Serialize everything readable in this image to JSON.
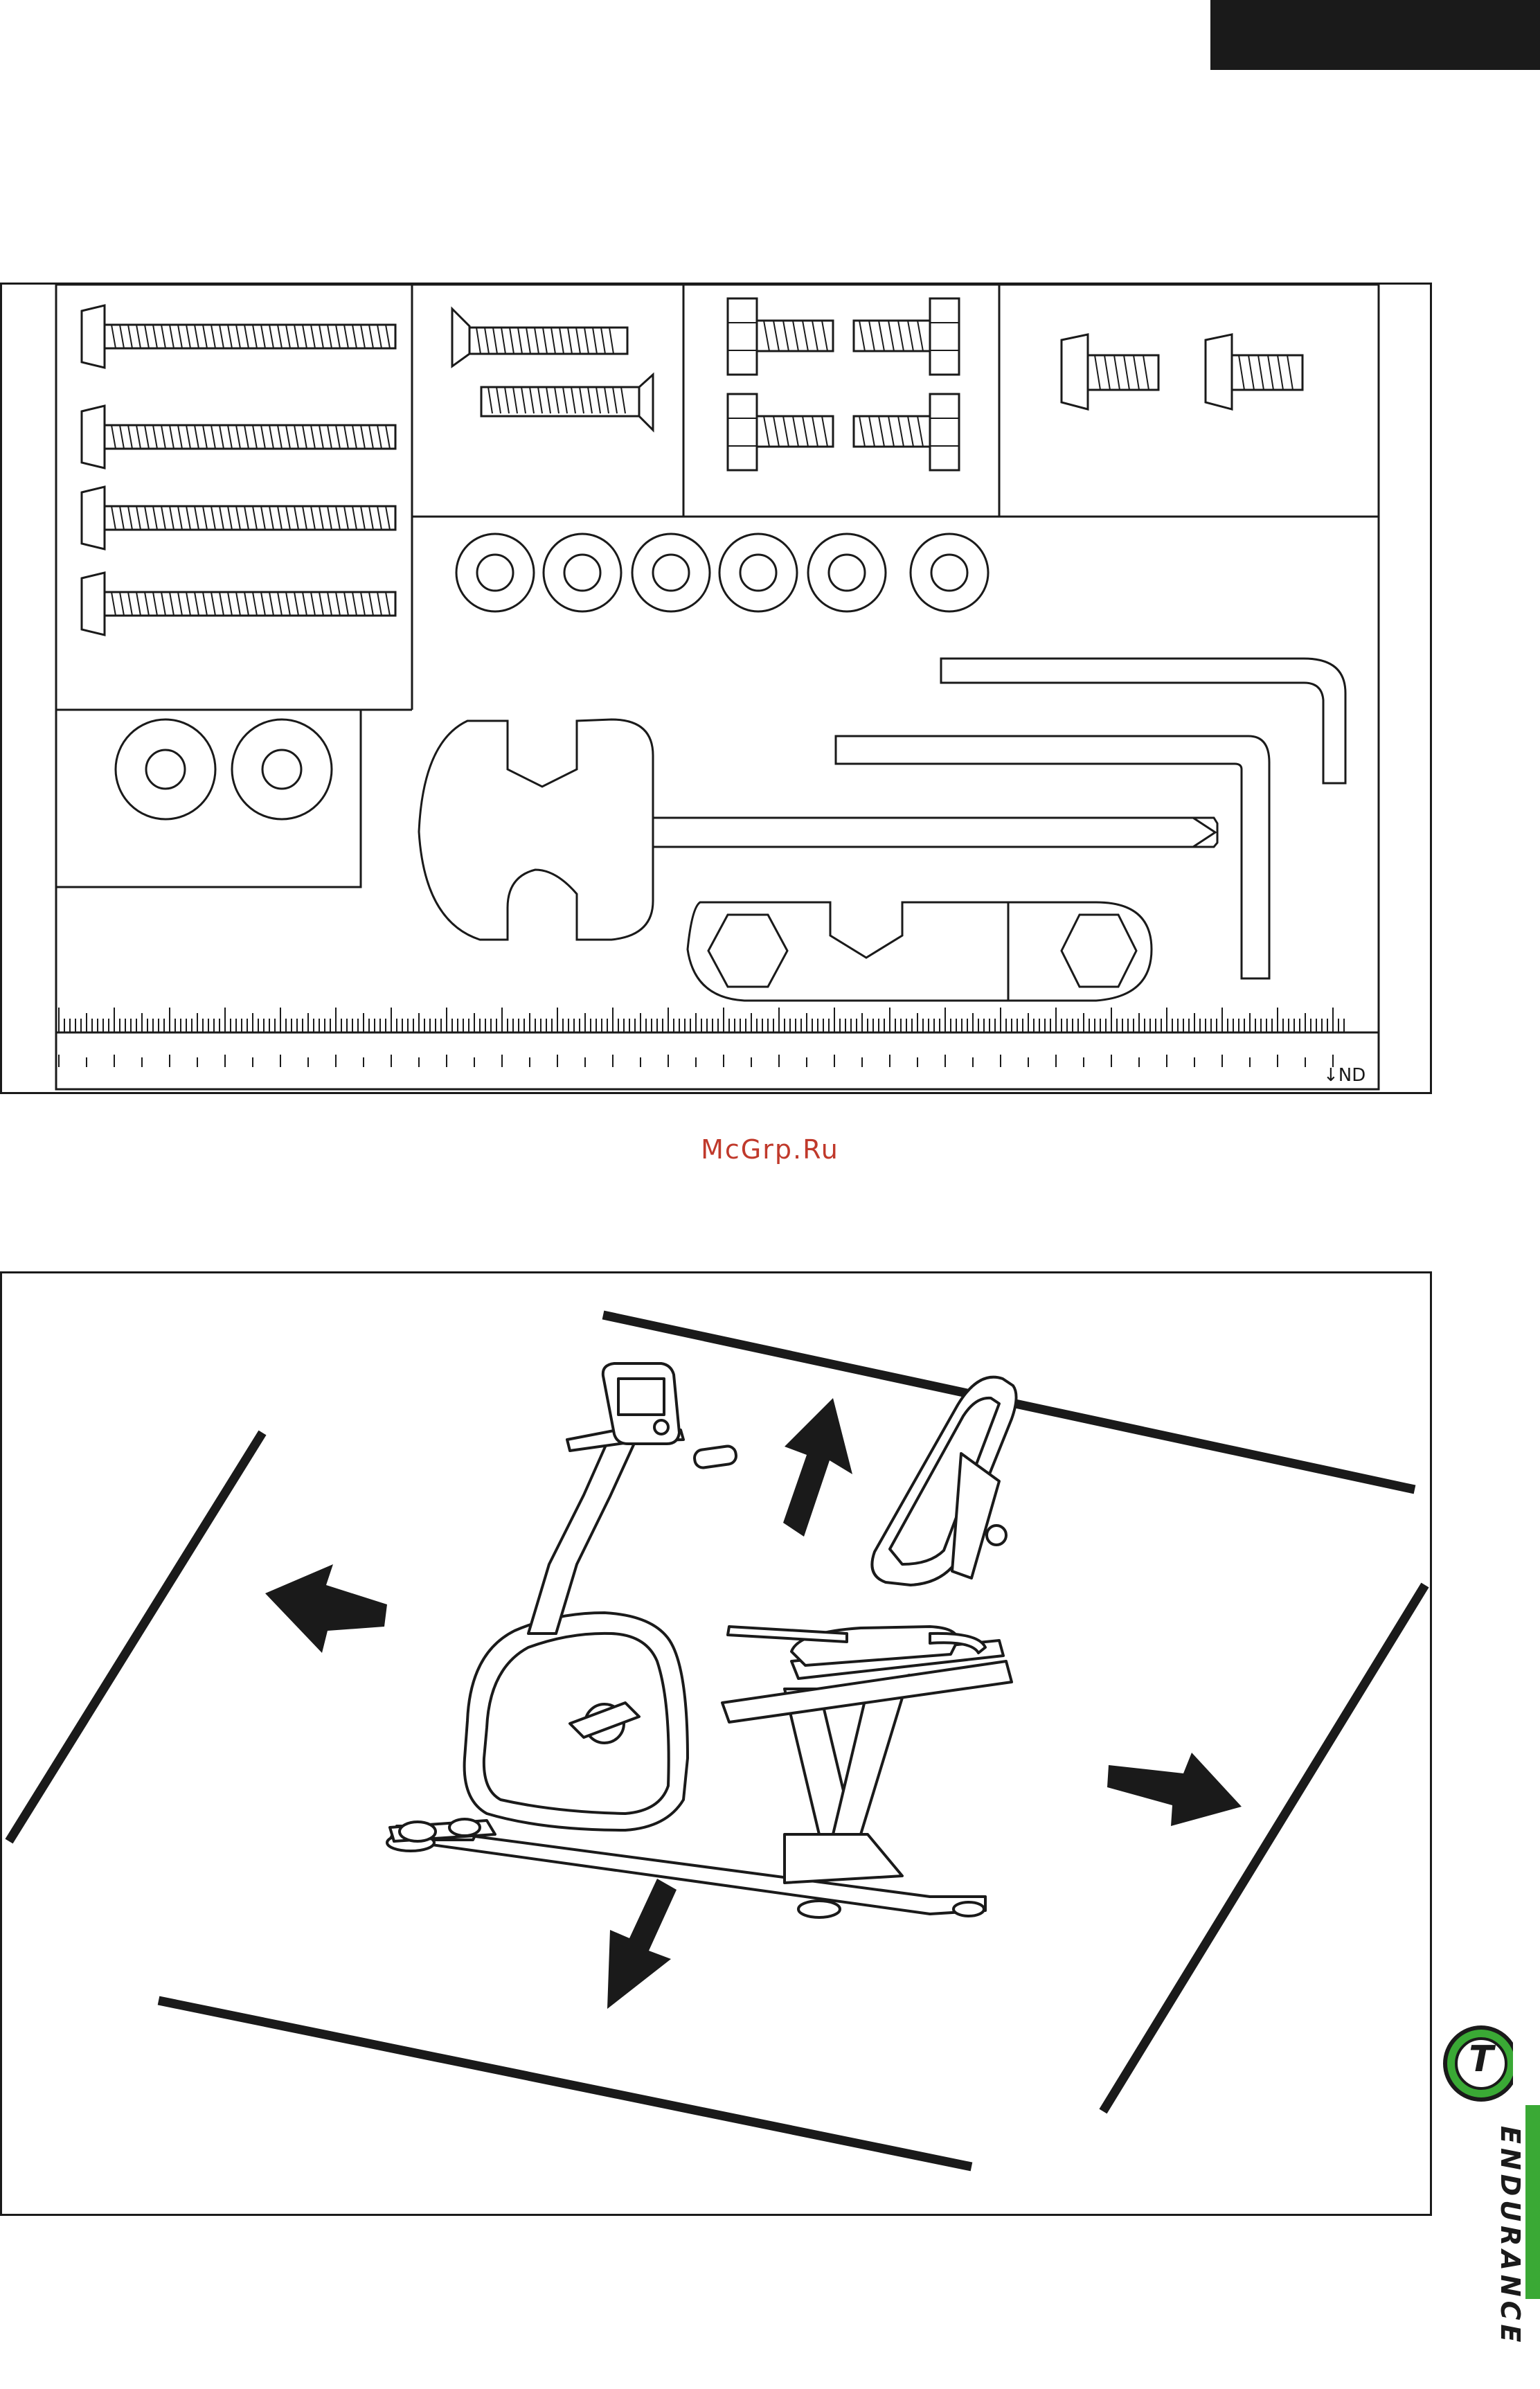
{
  "watermark": {
    "text": "McGrp.Ru"
  },
  "brand": {
    "logo_letter": "T",
    "name": "ENDURANCE",
    "colors": {
      "green": "#3aa935",
      "dark": "#1a1a1a"
    }
  },
  "hardware_panel": {
    "ruler": {
      "unit_label": "↓ND"
    },
    "items": [
      "long-button-head-bolts",
      "countersunk-bolts",
      "hex-bolts",
      "short-button-head-bolts",
      "flat-washers",
      "large-washers",
      "multi-tool-wrench-screwdriver",
      "open-end-wrench",
      "allen-keys"
    ]
  },
  "clearance_panel": {
    "arrows": [
      "up",
      "left",
      "right",
      "down"
    ],
    "equipment": "recumbent-bike"
  },
  "colors": {
    "ink": "#1a1a1a",
    "watermark": "#c0392b"
  }
}
